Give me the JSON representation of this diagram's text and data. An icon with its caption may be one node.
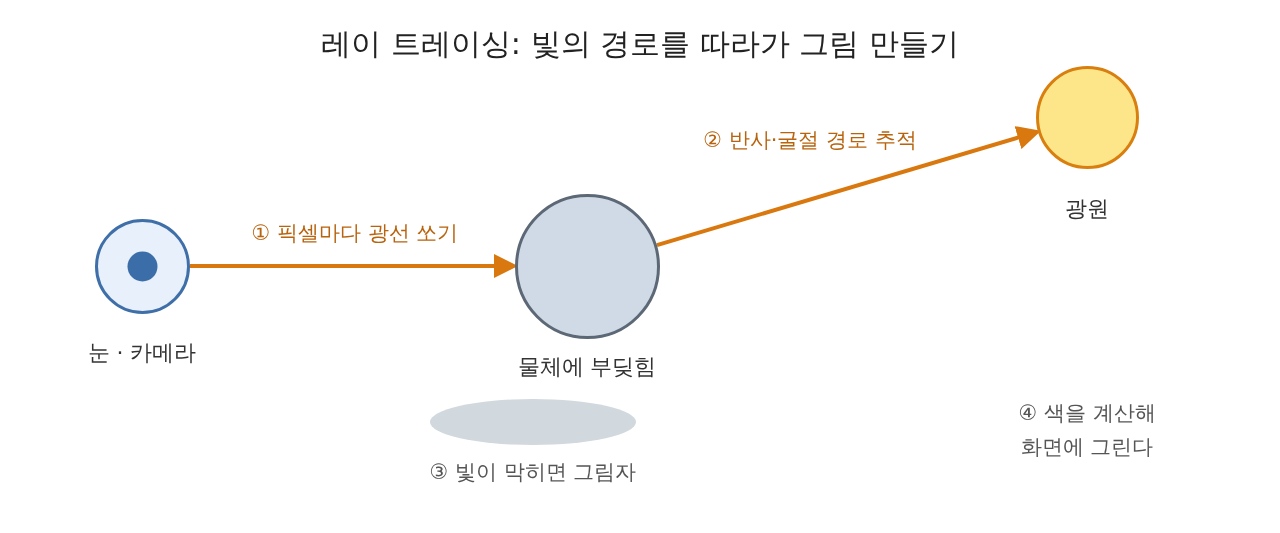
{
  "diagram": {
    "title": "레이 트레이싱: 빛의 경로를 따라가 그림 만들기",
    "nodes": [
      {
        "text": [],
        "shape": "circle",
        "beside": [
          "눈 · 카메라"
        ]
      },
      {
        "text": [],
        "shape": "circle",
        "beside": [
          "물체에 부딪힘"
        ]
      },
      {
        "text": [],
        "shape": "circle",
        "beside": [
          "광원"
        ]
      }
    ],
    "edges": [
      {
        "from": 0,
        "to": 1,
        "arrow": "to",
        "label": "① 픽셀마다 광선 쏘기"
      },
      {
        "from": 1,
        "to": 2,
        "arrow": "to",
        "label": "② 반사·굴절 경로 추적"
      }
    ],
    "labels": [
      "③ 빛이 막히면 그림자",
      "④ 색을 계산해 화면에 그린다"
    ]
  }
}
